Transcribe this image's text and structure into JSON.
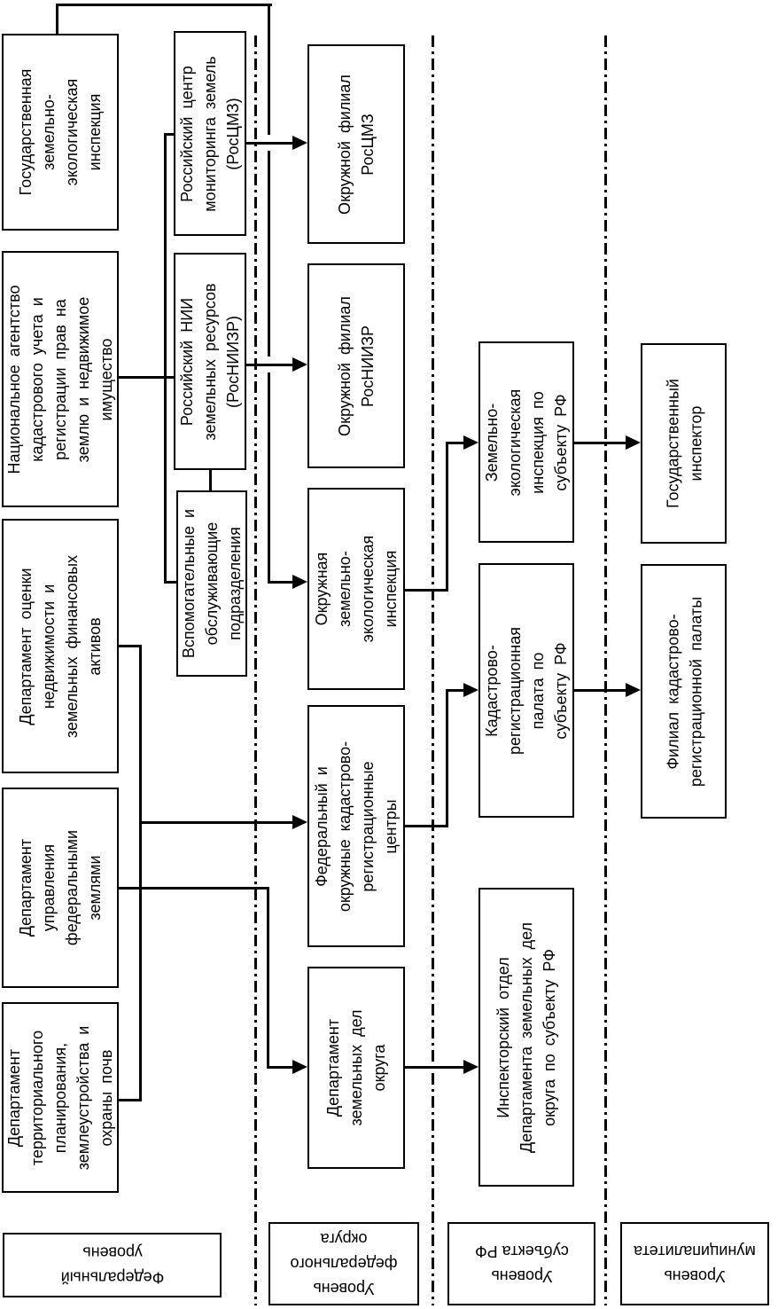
{
  "diagram": {
    "background_color": "#ffffff",
    "line_color": "#000000",
    "nodes": {
      "n1": {
        "text": "Государственная\nземельно-\nэкологическая\nинспекция"
      },
      "n2": {
        "text": "Национальное агентство\nкадастрового учета и\nрегистрации прав на\nземлю и недвижимое\nимущество"
      },
      "n3": {
        "text": "Департамент оценки\nнедвижимости и\nземельных финансовых\nактивов"
      },
      "n4": {
        "text": "Департамент\nуправления\nфедеральными\nземлями"
      },
      "n5": {
        "text": "Департамент\nтерриториального\nпланирования,\nземлеустройства и\nохраны почв"
      },
      "n6": {
        "text": "Российский центр\nмониторинга земель\n(РосЦМЗ)"
      },
      "n7": {
        "text": "Российский НИИ\nземельных ресурсов\n(РосНИИЗР)"
      },
      "n8": {
        "text": "Вспомогательные и\nобслуживающие\nподразделения"
      },
      "n9": {
        "text": "Окружной филиал\nРосЦМЗ"
      },
      "n10": {
        "text": "Окружной филиал\nРосНИИЗР"
      },
      "n11": {
        "text": "Окружная\nземельно-\nэкологическая\nинспекция"
      },
      "n12": {
        "text": "Федеральный и\nокружные кадастрово-\nрегистрационные\nцентры"
      },
      "n13": {
        "text": "Департамент\nземельных дел\nокруга"
      },
      "n14": {
        "text": "Земельно-\nэкологическая\nинспекция по\nсубъекту РФ"
      },
      "n15": {
        "text": "Кадастрово-\nрегистрационная\nпалата по\nсубъекту РФ"
      },
      "n16": {
        "text": "Инспекторский отдел\nДепартамента земельных дел\nокруга по субъекту РФ"
      },
      "n17": {
        "text": "Государственный\nинспектор"
      },
      "n18": {
        "text": "Филиал кадастрово-\nрегистрационной палаты"
      }
    },
    "levels": {
      "l1": {
        "text": "Федеральный\nуровень"
      },
      "l2": {
        "text": "Уровень\nфедерального\nокруга"
      },
      "l3": {
        "text": "Уровень\nсубъекта РФ"
      },
      "l4": {
        "text": "Уровень\nмуниципалитета"
      }
    },
    "edges": [
      {
        "from": "n1",
        "to": "n11",
        "arrow": true
      },
      {
        "from": "n2",
        "to": "n6",
        "arrow": false
      },
      {
        "from": "n2",
        "to": "n7",
        "arrow": false
      },
      {
        "from": "n2",
        "to": "n8",
        "arrow": false
      },
      {
        "from": "n3",
        "to": "n12",
        "arrow": true
      },
      {
        "from": "n5",
        "to": "n12",
        "arrow": true
      },
      {
        "from": "n4",
        "to": "n13",
        "arrow": true
      },
      {
        "from": "n6",
        "to": "n9",
        "arrow": true
      },
      {
        "from": "n7",
        "to": "n10",
        "arrow": true
      },
      {
        "from": "n7",
        "to": "n8",
        "arrow": false
      },
      {
        "from": "n11",
        "to": "n14",
        "arrow": true
      },
      {
        "from": "n12",
        "to": "n15",
        "arrow": true
      },
      {
        "from": "n13",
        "to": "n16",
        "arrow": true
      },
      {
        "from": "n14",
        "to": "n17",
        "arrow": true
      },
      {
        "from": "n15",
        "to": "n18",
        "arrow": true
      }
    ]
  }
}
